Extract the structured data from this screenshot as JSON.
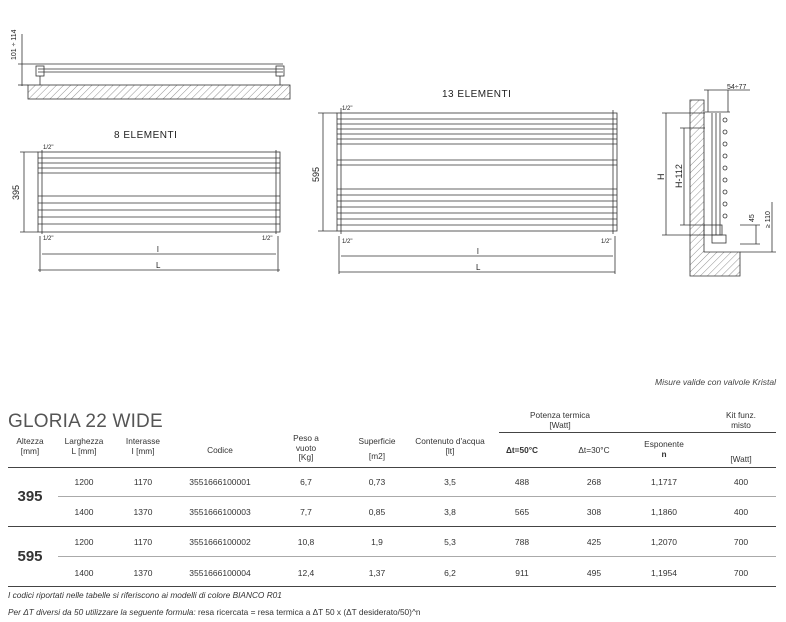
{
  "drawings": {
    "top_dim": "101 ÷ 114",
    "small_label": "8 ELEMENTI",
    "large_label": "13 ELEMENTI",
    "small_height": "395",
    "large_height": "595",
    "half_inch": "1/2\"",
    "dim_l": "l",
    "dim_L": "L",
    "side_depth": "54÷77",
    "side_H": "H",
    "side_H112": "H-112",
    "side_45": "45",
    "side_110": "≥ 110"
  },
  "note": "Misure valide con valvole Kristal",
  "title": "GLORIA 22 WIDE",
  "super_headers": {
    "potenza_line1": "Potenza termica",
    "potenza_line2": "[Watt]",
    "kit_line1": "Kit funz.",
    "kit_line2": "misto"
  },
  "headers": {
    "altezza": "Altezza",
    "altezza_unit": "[mm]",
    "larghezza": "Larghezza",
    "larghezza_unit": "L [mm]",
    "interasse": "Interasse",
    "interasse_unit": "I [mm]",
    "codice": "Codice",
    "peso1": "Peso a",
    "peso2": "vuoto",
    "peso3": "[Kg]",
    "superficie": "Superficie",
    "superficie_unit": "[m2]",
    "contenuto": "Contenuto d'acqua",
    "contenuto_unit": "[lt]",
    "dt50": "Δt=50°C",
    "dt30": "Δt=30°C",
    "esponente": "Esponente",
    "esponente_n": "n",
    "kit_unit": "[Watt]"
  },
  "groups": [
    {
      "height": "395",
      "rows": [
        {
          "larghezza": "1200",
          "interasse": "1170",
          "codice": "3551666100001",
          "peso": "6,7",
          "superficie": "0,73",
          "contenuto": "3,5",
          "dt50": "488",
          "dt30": "268",
          "esponente": "1,1717",
          "kit": "400"
        },
        {
          "larghezza": "1400",
          "interasse": "1370",
          "codice": "3551666100003",
          "peso": "7,7",
          "superficie": "0,85",
          "contenuto": "3,8",
          "dt50": "565",
          "dt30": "308",
          "esponente": "1,1860",
          "kit": "400"
        }
      ]
    },
    {
      "height": "595",
      "rows": [
        {
          "larghezza": "1200",
          "interasse": "1170",
          "codice": "3551666100002",
          "peso": "10,8",
          "superficie": "1,9",
          "contenuto": "5,3",
          "dt50": "788",
          "dt30": "425",
          "esponente": "1,2070",
          "kit": "700"
        },
        {
          "larghezza": "1400",
          "interasse": "1370",
          "codice": "3551666100004",
          "peso": "12,4",
          "superficie": "1,37",
          "contenuto": "6,2",
          "dt50": "911",
          "dt30": "495",
          "esponente": "1,1954",
          "kit": "700"
        }
      ]
    }
  ],
  "footnotes": {
    "line1": "I codici riportati nelle tabelle si riferiscono ai modelli di colore BIANCO R01",
    "line2_italic": "Per ΔT diversi da 50 utilizzare la seguente formula: ",
    "line2_formula": "resa ricercata = resa termica a ΔT 50 x (ΔT desiderato/50)^n"
  }
}
